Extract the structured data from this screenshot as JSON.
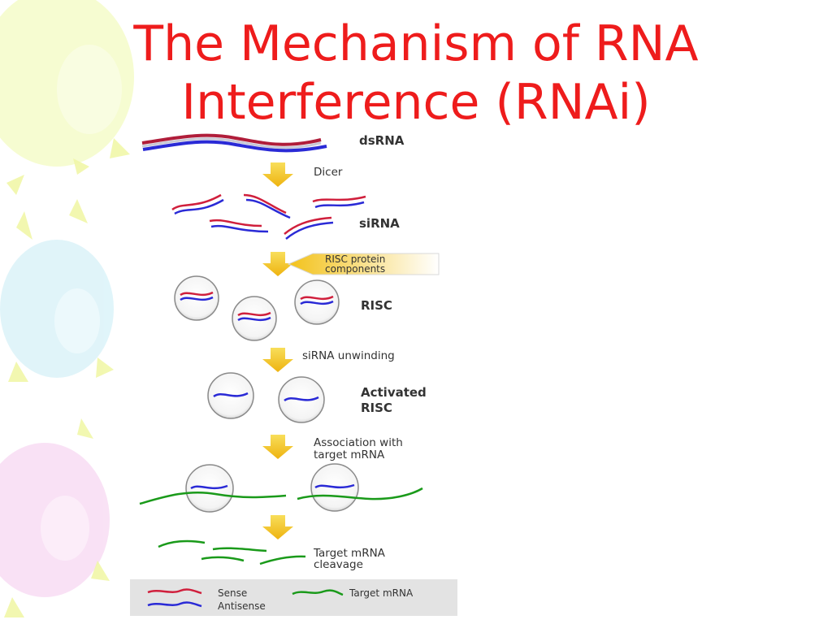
{
  "slide": {
    "title_line1": "The Mechanism of RNA",
    "title_line2": "Interference (RNAi)"
  },
  "diagram": {
    "stages": {
      "dsrna": "dsRNA",
      "sirna": "siRNA",
      "risc": "RISC",
      "activated_line1": "Activated",
      "activated_line2": "RISC"
    },
    "steps": {
      "dicer": "Dicer",
      "risc_components_line1": "RISC protein",
      "risc_components_line2": "components",
      "unwinding": "siRNA unwinding",
      "association_line1": "Association with",
      "association_line2": "target mRNA",
      "cleavage_line1": "Target mRNA",
      "cleavage_line2": "cleavage"
    },
    "legend": {
      "sense": "Sense",
      "antisense": "Antisense",
      "target": "Target mRNA"
    },
    "colors": {
      "sense": "#d01f3c",
      "antisense": "#2a2ad6",
      "target": "#1a9a1a",
      "arrow": "#f2c219",
      "title": "#ee1c1c"
    }
  }
}
